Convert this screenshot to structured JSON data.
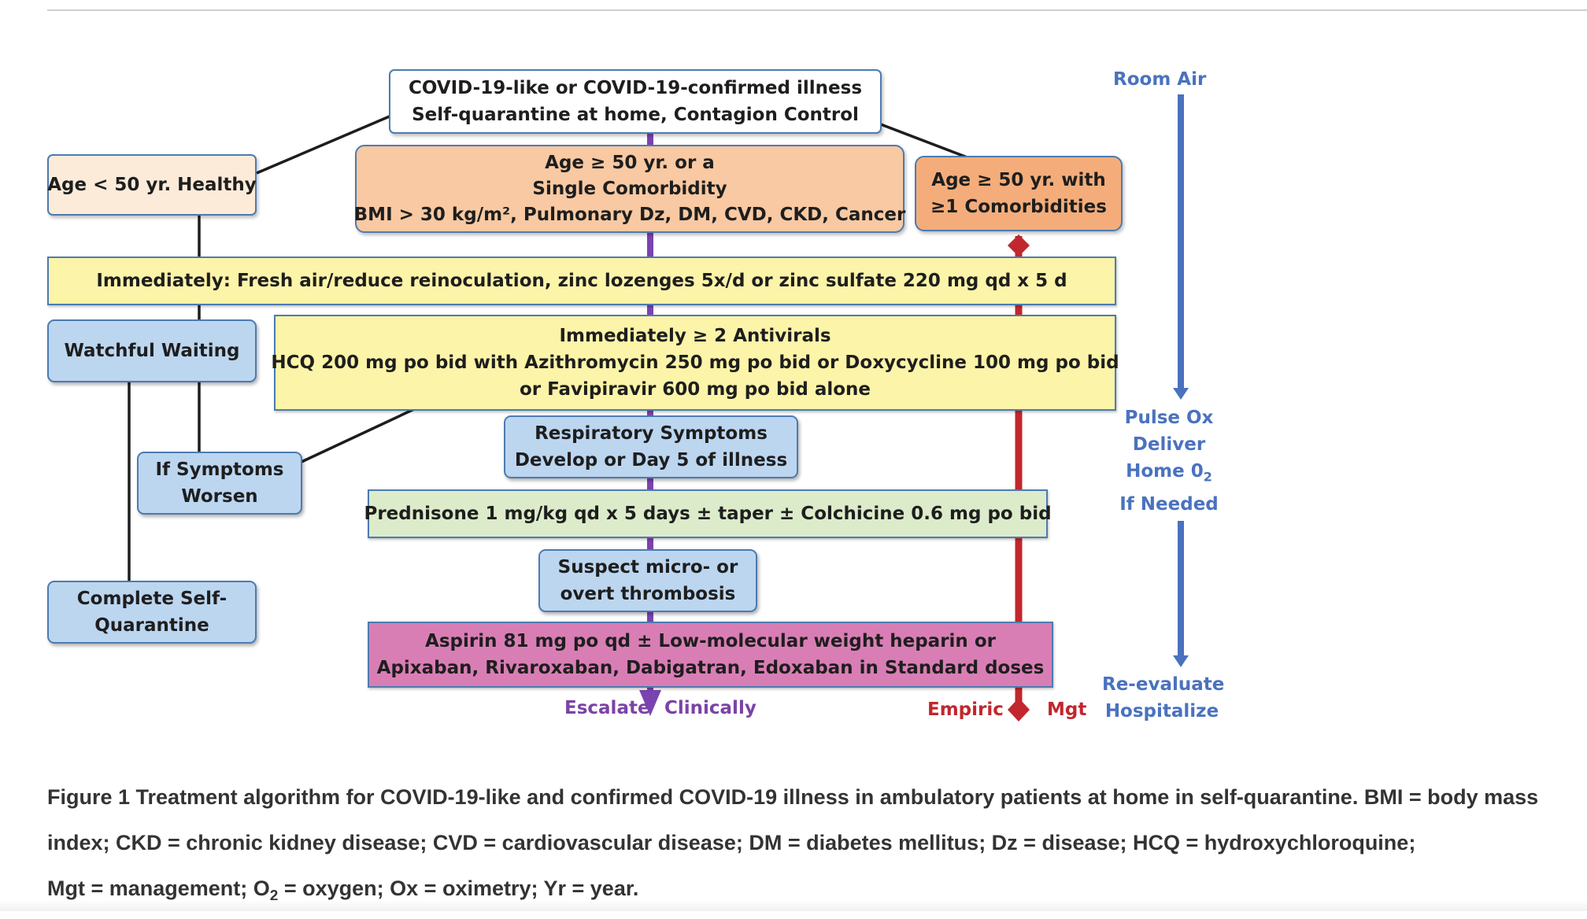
{
  "flowchart": {
    "top_box": {
      "line1": "COVID-19-like or COVID-19-confirmed illness",
      "line2": "Self-quarantine at home, Contagion Control"
    },
    "age_lt50": {
      "text": "Age < 50 yr. Healthy"
    },
    "age_ge50_single": {
      "line1": "Age ≥ 50 yr. or a",
      "line2": "Single Comorbidity",
      "line3": "BMI > 30 kg/m², Pulmonary Dz, DM, CVD, CKD, Cancer"
    },
    "age_ge50_multi": {
      "line1": "Age ≥ 50 yr. with",
      "line2": "≥1 Comorbidities"
    },
    "immediately_zinc": {
      "text": "Immediately:  Fresh air/reduce reinoculation, zinc lozenges 5x/d or zinc sulfate 220 mg qd x 5 d"
    },
    "watchful_waiting": {
      "text": "Watchful Waiting"
    },
    "antivirals": {
      "line1": "Immediately ≥ 2 Antivirals",
      "line2": "HCQ 200 mg po bid with Azithromycin 250 mg po bid or Doxycycline 100 mg po bid",
      "line3": "or Favipiravir 600 mg po bid alone"
    },
    "respiratory": {
      "line1": "Respiratory Symptoms",
      "line2": "Develop or Day 5 of illness"
    },
    "if_symptoms_worsen": {
      "line1": "If Symptoms",
      "line2": "Worsen"
    },
    "prednisone": {
      "text": "Prednisone 1 mg/kg qd x 5 days ± taper ± Colchicine 0.6 mg po bid"
    },
    "thrombosis": {
      "line1": "Suspect micro- or",
      "line2": "overt thrombosis"
    },
    "complete_quarantine": {
      "line1": "Complete Self-",
      "line2": "Quarantine"
    },
    "anticoagulation": {
      "line1": "Aspirin 81 mg po qd ± Low-molecular weight heparin or",
      "line2": "Apixaban, Rivaroxaban, Dabigatran, Edoxaban in Standard doses"
    },
    "escalate": "Escalate",
    "clinically": "Clinically",
    "empiric": "Empiric",
    "mgt": "Mgt"
  },
  "oxygen_scale": {
    "room_air": "Room Air",
    "pulse_ox": {
      "line1": "Pulse Ox",
      "line2": "Deliver",
      "line3_base": "Home 0",
      "line3_sub": "2",
      "line4": "If Needed"
    },
    "reevaluate": "Re-evaluate",
    "hospitalize": "Hospitalize"
  },
  "caption": {
    "line1": "Figure 1 Treatment algorithm for COVID-19-like and confirmed COVID-19 illness in ambulatory patients at home in self-quarantine. BMI = body mass",
    "line2": "index; CKD = chronic kidney disease; CVD = cardiovascular disease; DM = diabetes mellitus; Dz = disease; HCQ = hydroxychloroquine;",
    "line3_before": "Mgt = management; O",
    "line3_sub": "2",
    "line3_after": " = oxygen; Ox = oximetry; Yr = year."
  },
  "colors": {
    "purple_arrow": "#7a43b0",
    "red_arrow": "#c1272d",
    "blue_arrow": "#4a72bf",
    "box_border": "#4d7bb0"
  }
}
